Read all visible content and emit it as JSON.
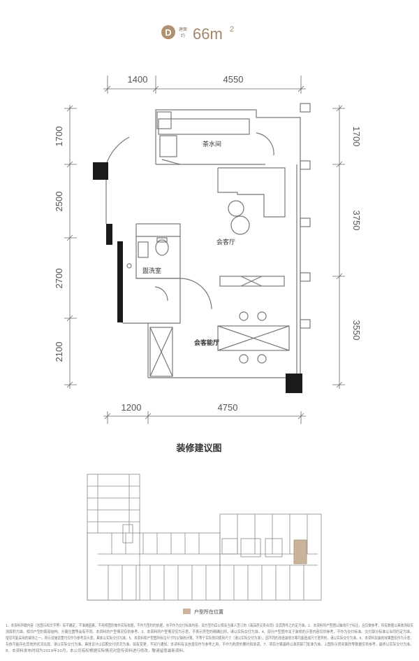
{
  "header": {
    "badge_letter": "D",
    "area_label_line1": "建面",
    "area_label_line2": "约",
    "area_value": "66m",
    "area_sup": "2"
  },
  "dimensions": {
    "top": [
      "1400",
      "4550"
    ],
    "bottom": [
      "1200",
      "4750"
    ],
    "left": [
      "1700",
      "2500",
      "2700",
      "2100"
    ],
    "right": [
      "1700",
      "3750",
      "3550"
    ]
  },
  "rooms": {
    "tea": "茶水间",
    "reception": "会客厅",
    "washroom": "盥洗室",
    "office": "会客能厅"
  },
  "caption": "装修建议图",
  "legend": {
    "label": "户型所在位置",
    "color": "#c9b49a"
  },
  "colors": {
    "badge": "#b09071",
    "wall": "#1a1a1a",
    "line": "#777777"
  },
  "notes": [
    "1、本资料所载内容（含图示和文字等）有不确定，不准确因素，不用将图形做作实际依据，不作为签约的依据，亦不作为交付标准内容，双方签约后以相关当事人签订的《商品房买卖合同》及其附件之约定为准。2、本资料所户型图以轴线尺寸标注，且仅做参考，所有数据以具体测绘实",
    "测面积为准。相邻户型的局部结构、分离位置等会有不同。本资料的户型情况仅供参考。3、本资料所户型情况仅为示意，不表示房型的精确比例，请以实际交付为准。4、部分户型图中关于装修的示意内容仅供参考，不作为交付标准。交付部分标准以合同约定为准。",
    "增设可能采用的装饰之一。所示设施设置均仅作为参考及示意，具体以实际交付为准。5、本资料和户型图所标注尺寸均以轴线计算，不等于实际房间使用尺寸（请以实际交付为准），因不同的改造装修方案可能造成尺寸差异的，请以实际交付为准。6、本资料及装修效果图仅作为示意，",
    "存放可能存在其他的状况出现，请以实际交付为准。具体设计以后期交付状况为准。如有变更，不另行通知。本资料有关信息仅作为参考之用，不作为购房的要约和承诺。7、项目方案最终以政府部门批准为准。上图所示房间面积等数据仅供参考，最终以实际交付为准。",
    "8、本资料发布时间为2019年10月，本公司有权根据实际情况对宣传资料进行修改，敬请留意最新资料。"
  ]
}
